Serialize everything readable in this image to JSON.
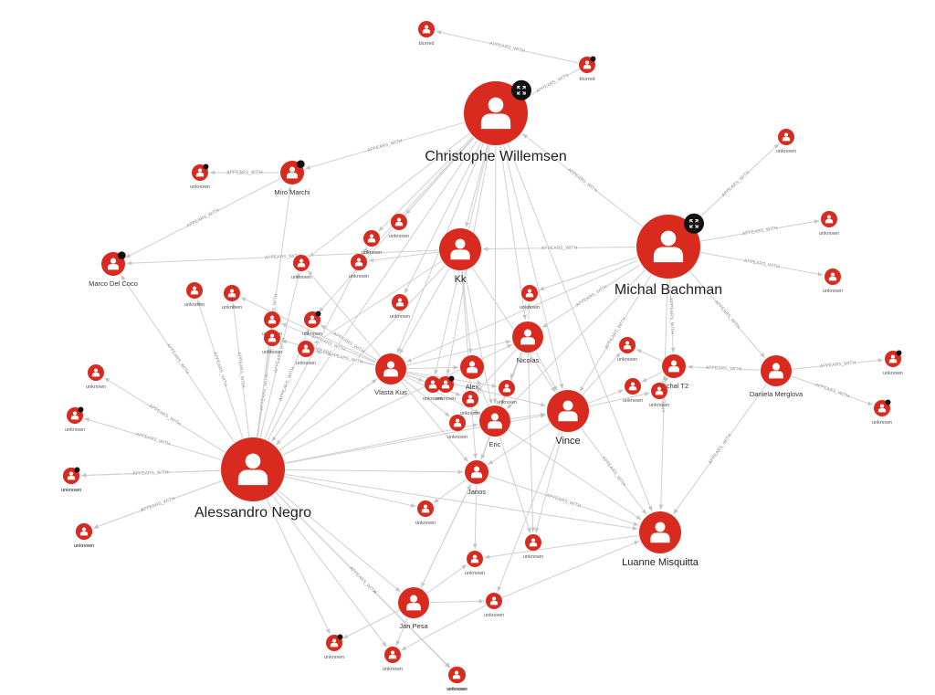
{
  "colors": {
    "node": "#d82a1e",
    "edge": "#cfcfcf",
    "badge": "#111111",
    "label": "#222222"
  },
  "icons": {
    "person": "person-icon",
    "expand": "expand-icon",
    "badge": "badge-dot-icon"
  },
  "edge_label": "APPEARS_WITH",
  "nodes": [
    {
      "id": "cw",
      "label": "Christophe Willemsen",
      "size": "xl",
      "expand": true
    },
    {
      "id": "mb",
      "label": "Michal Bachman",
      "size": "xl",
      "expand": true
    },
    {
      "id": "an",
      "label": "Alessandro Negro",
      "size": "xl"
    },
    {
      "id": "lm",
      "label": "Luanne Misquitta",
      "size": "lg"
    },
    {
      "id": "kk",
      "label": "Kk",
      "size": "lg"
    },
    {
      "id": "vi",
      "label": "Vince",
      "size": "lg"
    },
    {
      "id": "vk",
      "label": "Vlasta Kus",
      "size": "md"
    },
    {
      "id": "ni",
      "label": "Nicolas",
      "size": "md"
    },
    {
      "id": "dm",
      "label": "Daniela Merglova",
      "size": "md"
    },
    {
      "id": "er",
      "label": "Eric",
      "size": "md"
    },
    {
      "id": "jp",
      "label": "Jan Pesa",
      "size": "md"
    },
    {
      "id": "ja",
      "label": "Janos",
      "size": "sm"
    },
    {
      "id": "alx",
      "label": "Alex",
      "size": "sm"
    },
    {
      "id": "mt",
      "label": "Michal T2",
      "size": "sm"
    },
    {
      "id": "mm",
      "label": "Miro Marchi",
      "size": "sm",
      "badge": true
    },
    {
      "id": "mdc",
      "label": "Marco Del Coco",
      "size": "sm",
      "badge": true
    },
    {
      "id": "b1",
      "label": "blurred",
      "size": "xs"
    },
    {
      "id": "b2",
      "label": "blurred",
      "size": "xs",
      "badge": true
    },
    {
      "id": "u1",
      "label": "unknown",
      "size": "xs",
      "badge": true
    },
    {
      "id": "u2",
      "label": "unknown",
      "size": "xs"
    },
    {
      "id": "u3",
      "label": "unknown",
      "size": "xs"
    },
    {
      "id": "u4",
      "label": "unknown",
      "size": "xs"
    },
    {
      "id": "u5",
      "label": "unknown",
      "size": "xs"
    },
    {
      "id": "u6",
      "label": "unknown",
      "size": "xs"
    },
    {
      "id": "u7",
      "label": "unknown",
      "size": "xs"
    },
    {
      "id": "u8",
      "label": "unknown",
      "size": "xs"
    },
    {
      "id": "u9",
      "label": "unknown",
      "size": "xs"
    },
    {
      "id": "u10",
      "label": "unknown",
      "size": "xs"
    },
    {
      "id": "u11",
      "label": "unknown",
      "size": "xs"
    },
    {
      "id": "u12",
      "label": "unknown",
      "size": "xs"
    },
    {
      "id": "u13",
      "label": "unknown",
      "size": "xs",
      "badge": true
    },
    {
      "id": "u14",
      "label": "unknown",
      "size": "xs"
    },
    {
      "id": "u15",
      "label": "unknown",
      "size": "xs"
    },
    {
      "id": "u16",
      "label": "unknown",
      "size": "xs"
    },
    {
      "id": "u17",
      "label": "unknown",
      "size": "xs",
      "badge": true
    },
    {
      "id": "u18",
      "label": "unknown",
      "size": "xs"
    },
    {
      "id": "u19",
      "label": "unknown",
      "size": "xs"
    },
    {
      "id": "u20",
      "label": "unknown",
      "size": "xs"
    },
    {
      "id": "u21",
      "label": "unknown",
      "size": "xs",
      "badge": true
    },
    {
      "id": "u22",
      "label": "unknown",
      "size": "xs",
      "badge": true
    },
    {
      "id": "u23",
      "label": "unknown",
      "size": "xs"
    },
    {
      "id": "u24",
      "label": "unknown",
      "size": "xs"
    },
    {
      "id": "u25",
      "label": "unknown",
      "size": "xs",
      "badge": true
    },
    {
      "id": "u26",
      "label": "unknown",
      "size": "xs"
    },
    {
      "id": "u27",
      "label": "unknown",
      "size": "xs"
    },
    {
      "id": "u28",
      "label": "unknown",
      "size": "xs"
    },
    {
      "id": "u29",
      "label": "unknown",
      "size": "xs"
    },
    {
      "id": "u30",
      "label": "unknown",
      "size": "xs",
      "badge": true
    },
    {
      "id": "u31",
      "label": "unknown",
      "size": "xs"
    },
    {
      "id": "u32",
      "label": "unknown",
      "size": "xs"
    },
    {
      "id": "u33",
      "label": "unknown",
      "size": "xs"
    },
    {
      "id": "u34",
      "label": "unknown",
      "size": "xs"
    },
    {
      "id": "u35",
      "label": "unknown",
      "size": "xs"
    },
    {
      "id": "u36",
      "label": "unknown",
      "size": "xs"
    },
    {
      "id": "u37",
      "label": "unknown",
      "size": "xs",
      "badge": true
    },
    {
      "id": "u38",
      "label": "unknown",
      "size": "xs"
    },
    {
      "id": "u39",
      "label": "unknown",
      "size": "xs"
    },
    {
      "id": "u40",
      "label": "unknown",
      "size": "xs"
    }
  ],
  "edges": [
    [
      "b2",
      "b1",
      true
    ],
    [
      "b2",
      "cw",
      true
    ],
    [
      "cw",
      "mm",
      true
    ],
    [
      "mm",
      "u1",
      true
    ],
    [
      "mm",
      "mdc",
      true
    ],
    [
      "mb",
      "u6",
      true
    ],
    [
      "mb",
      "u7",
      true
    ],
    [
      "mb",
      "u8",
      true
    ],
    [
      "mb",
      "cw",
      true
    ],
    [
      "mb",
      "kk",
      true
    ],
    [
      "mb",
      "dm",
      true
    ],
    [
      "mb",
      "lm",
      true
    ],
    [
      "mb",
      "mt",
      true
    ],
    [
      "mb",
      "vi",
      true
    ],
    [
      "mb",
      "ni",
      true
    ],
    [
      "mb",
      "vk",
      false
    ],
    [
      "mb",
      "er",
      false
    ],
    [
      "mb",
      "u23",
      false
    ],
    [
      "dm",
      "u21",
      true
    ],
    [
      "dm",
      "u22",
      true
    ],
    [
      "dm",
      "lm",
      true
    ],
    [
      "dm",
      "mt",
      true
    ],
    [
      "mt",
      "u20",
      false
    ],
    [
      "mt",
      "u19",
      false
    ],
    [
      "mt",
      "u18",
      false
    ],
    [
      "cw",
      "u9",
      false
    ],
    [
      "cw",
      "u10",
      false
    ],
    [
      "cw",
      "u11",
      false
    ],
    [
      "cw",
      "u12",
      false
    ],
    [
      "cw",
      "u4",
      false
    ],
    [
      "cw",
      "kk",
      false
    ],
    [
      "cw",
      "ni",
      false
    ],
    [
      "cw",
      "vk",
      false
    ],
    [
      "cw",
      "vi",
      false
    ],
    [
      "cw",
      "lm",
      false
    ],
    [
      "cw",
      "er",
      false
    ],
    [
      "cw",
      "an",
      false
    ],
    [
      "cw",
      "u13",
      false
    ],
    [
      "cw",
      "u16",
      false
    ],
    [
      "cw",
      "u17",
      false
    ],
    [
      "kk",
      "mdc",
      true
    ],
    [
      "kk",
      "u11",
      false
    ],
    [
      "kk",
      "vk",
      false
    ],
    [
      "kk",
      "er",
      false
    ],
    [
      "kk",
      "ja",
      false
    ],
    [
      "kk",
      "an",
      false
    ],
    [
      "kk",
      "vi",
      false
    ],
    [
      "kk",
      "alx",
      false
    ],
    [
      "kk",
      "u15",
      false
    ],
    [
      "an",
      "mdc",
      true
    ],
    [
      "an",
      "mm",
      true
    ],
    [
      "an",
      "u24",
      true
    ],
    [
      "an",
      "u25",
      true
    ],
    [
      "an",
      "u26",
      true
    ],
    [
      "an",
      "u27",
      true
    ],
    [
      "an",
      "u28",
      true
    ],
    [
      "an",
      "u29",
      true
    ],
    [
      "an",
      "u30",
      true
    ],
    [
      "an",
      "u31",
      true
    ],
    [
      "an",
      "u4",
      true
    ],
    [
      "an",
      "u5",
      true
    ],
    [
      "an",
      "u14",
      true
    ],
    [
      "an",
      "u13",
      true
    ],
    [
      "an",
      "u3",
      true
    ],
    [
      "an",
      "vk",
      false
    ],
    [
      "an",
      "ni",
      false
    ],
    [
      "an",
      "er",
      false
    ],
    [
      "an",
      "vi",
      false
    ],
    [
      "an",
      "lm",
      false
    ],
    [
      "an",
      "ja",
      false
    ],
    [
      "an",
      "u33",
      false
    ],
    [
      "an",
      "jp",
      false
    ],
    [
      "an",
      "u37",
      false
    ],
    [
      "an",
      "u38",
      false
    ],
    [
      "an",
      "u10",
      false
    ],
    [
      "an",
      "u2",
      false
    ],
    [
      "vk",
      "u13",
      true
    ],
    [
      "vk",
      "u16",
      true
    ],
    [
      "vk",
      "u2",
      true
    ],
    [
      "vk",
      "u14",
      true
    ],
    [
      "vk",
      "u15",
      true
    ],
    [
      "vk",
      "ni",
      false
    ],
    [
      "vk",
      "er",
      false
    ],
    [
      "vk",
      "vi",
      false
    ],
    [
      "vk",
      "alx",
      false
    ],
    [
      "vk",
      "u35",
      false
    ],
    [
      "vk",
      "u34",
      false
    ],
    [
      "vk",
      "u32",
      false
    ],
    [
      "vk",
      "ja",
      false
    ],
    [
      "vk",
      "u4",
      false
    ],
    [
      "vk",
      "u3",
      false
    ],
    [
      "ni",
      "er",
      false
    ],
    [
      "ni",
      "vi",
      false
    ],
    [
      "ni",
      "ja",
      false
    ],
    [
      "ni",
      "u36",
      false
    ],
    [
      "ni",
      "u23",
      false
    ],
    [
      "ni",
      "u34",
      false
    ],
    [
      "ni",
      "u35",
      false
    ],
    [
      "er",
      "ja",
      false
    ],
    [
      "er",
      "vi",
      false
    ],
    [
      "er",
      "alx",
      false
    ],
    [
      "er",
      "u36",
      false
    ],
    [
      "er",
      "lm",
      false
    ],
    [
      "vi",
      "lm",
      true
    ],
    [
      "vi",
      "ja",
      false
    ],
    [
      "vi",
      "u20",
      false
    ],
    [
      "vi",
      "u19",
      false
    ],
    [
      "vi",
      "u18",
      false
    ],
    [
      "vi",
      "u36",
      false
    ],
    [
      "vi",
      "u40",
      false
    ],
    [
      "ja",
      "lm",
      true
    ],
    [
      "ja",
      "u39",
      false
    ],
    [
      "ja",
      "u33",
      false
    ],
    [
      "ja",
      "jp",
      false
    ],
    [
      "jp",
      "u40",
      false
    ],
    [
      "jp",
      "u37",
      false
    ],
    [
      "jp",
      "u38",
      false
    ],
    [
      "jp",
      "ja",
      false
    ],
    [
      "jp",
      "u39",
      false
    ],
    [
      "u40",
      "u38",
      false
    ],
    [
      "u40",
      "lm",
      false
    ],
    [
      "lm",
      "u39",
      false
    ]
  ]
}
